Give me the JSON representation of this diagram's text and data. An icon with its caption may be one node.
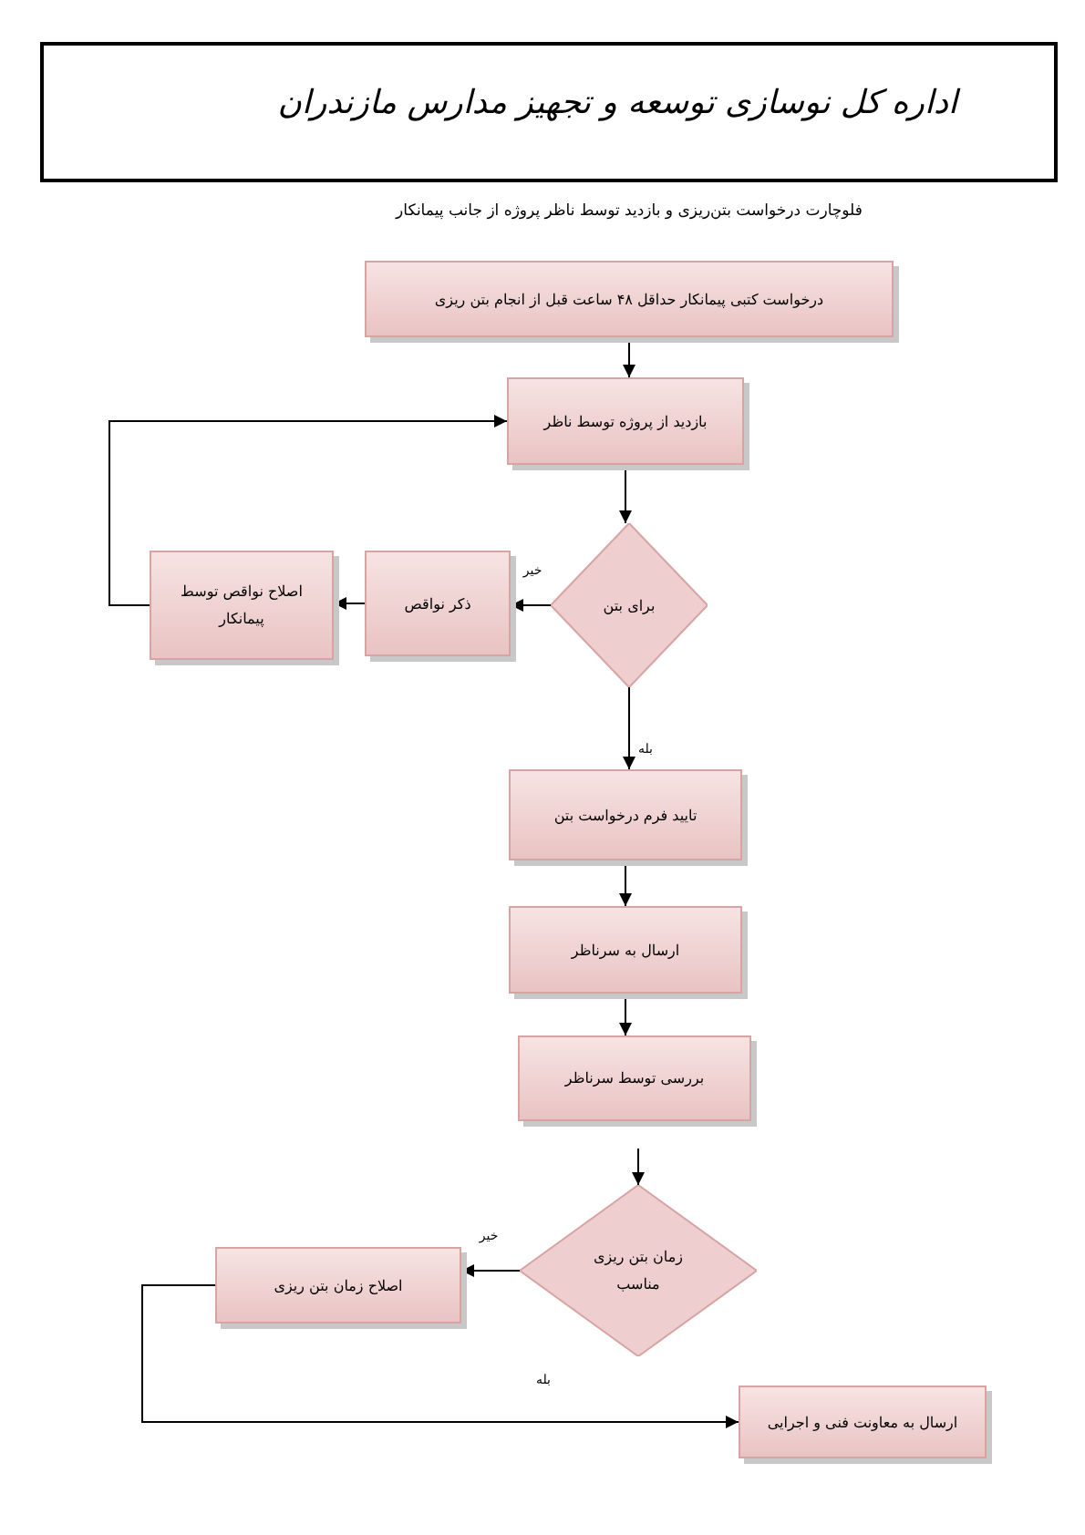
{
  "diagram": {
    "title": "فلوچارت درخواست بتن‌ریزی و بازدید توسط ناظر پروژه از جانب پیمانکار",
    "nodes": [
      {
        "text": [
          "درخواست کتبی پیمانکار حداقل ۴۸ ساعت قبل از انجام بتن ریزی"
        ]
      },
      {
        "text": [
          "بازدید از پروژه توسط ناظر"
        ]
      },
      {
        "text": [
          "برای بتن"
        ]
      },
      {
        "text": [
          "ذکر نواقص"
        ]
      },
      {
        "text": [
          "اصلاح نواقص توسط پیمانکار"
        ]
      },
      {
        "text": [
          "تایید فرم درخواست بتن"
        ]
      },
      {
        "text": [
          "ارسال به سرناظر"
        ]
      },
      {
        "text": [
          "بررسی توسط سرناظر"
        ]
      },
      {
        "text": [
          "زمان بتن ریزی مناسب"
        ]
      },
      {
        "text": [
          "اصلاح زمان بتن ریزی"
        ]
      },
      {
        "text": [
          "ارسال به معاونت فنی و اجرایی"
        ]
      }
    ],
    "edges": [
      {
        "from": 0,
        "to": 1,
        "arrow": "to"
      },
      {
        "from": 1,
        "to": 2,
        "arrow": "to"
      },
      {
        "from": 2,
        "to": 3,
        "arrow": "to",
        "label": "خیر"
      },
      {
        "from": 3,
        "to": 4,
        "arrow": "to"
      },
      {
        "from": 4,
        "to": 1,
        "arrow": "to"
      },
      {
        "from": 2,
        "to": 5,
        "arrow": "to",
        "label": "بله"
      },
      {
        "from": 5,
        "to": 6,
        "arrow": "to"
      },
      {
        "from": 6,
        "to": 7,
        "arrow": "to"
      },
      {
        "from": null,
        "to": 8,
        "arrow": "to"
      },
      {
        "from": 8,
        "to": 9,
        "arrow": "to",
        "label": "خیر"
      },
      {
        "from": 9,
        "to": 10,
        "arrow": "to"
      }
    ],
    "labels": [
      "اداره کل نوسازی توسعه و تجهیز مدارس مازندران",
      "بله"
    ]
  }
}
